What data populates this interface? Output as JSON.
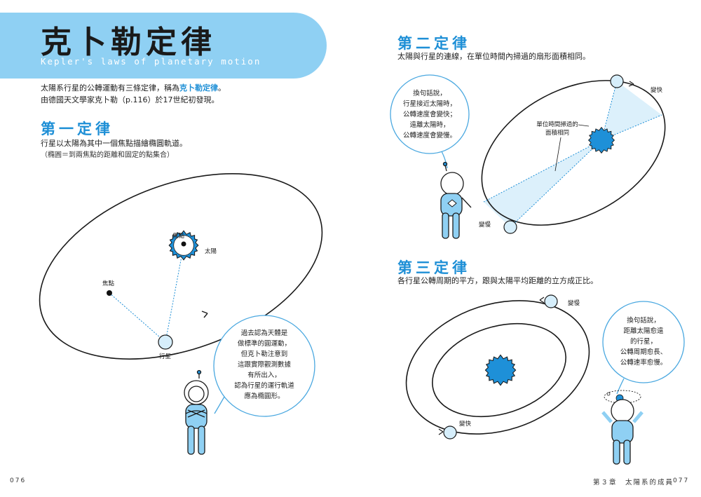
{
  "header": {
    "title": "克卜勒定律",
    "subtitle": "Kepler's laws of planetary motion"
  },
  "intro": {
    "line1_before": "太陽系行星的公轉運動有三條定律，稱為",
    "line1_highlight": "克卜勒定律",
    "line1_after": "。",
    "line2": "由德國天文學家克卜勒（p.116）於17世紀初發現。"
  },
  "law1": {
    "title": "第一定律",
    "desc": "行星以太陽為其中一個焦點描繪橢圓軌道。",
    "note": "（橢圓＝到兩焦點的距離和固定的點集合）",
    "labels": {
      "focus1": "焦點",
      "focus2": "焦點",
      "sun": "太陽",
      "planet": "行星"
    },
    "bubble": [
      "過去認為天體是",
      "做標準的圓運動，",
      "但克卜勒注意到",
      "這跟實際觀測數據",
      "有所出入，",
      "認為行星的運行軌道",
      "應為橢圓形。"
    ]
  },
  "law2": {
    "title": "第二定律",
    "desc": "太陽與行星的連線，在單位時間內掃過的扇形面積相同。",
    "bubble": [
      "換句話說，",
      "行星接近太陽時，",
      "公轉速度會變快；",
      "遠離太陽時，",
      "公轉速度會變慢。"
    ],
    "labels": {
      "fast": "變快",
      "slow": "變慢",
      "area_line1": "單位時間掃過的",
      "area_line2": "面積相同"
    }
  },
  "law3": {
    "title": "第三定律",
    "desc": "各行星公轉周期的平方，跟與太陽平均距離的立方成正比。",
    "labels": {
      "slow": "變慢",
      "fast": "變快"
    },
    "bubble": [
      "換句話說，",
      "距離太陽愈遠",
      "的行星，",
      "公轉周期愈長、",
      "公轉速率愈慢。"
    ]
  },
  "footer": {
    "left_page": "076",
    "chapter": "第３章　太陽系的成員",
    "right_page": "077"
  },
  "colors": {
    "accent": "#1e8fd6",
    "header_band": "#8fd0f3",
    "planet": "#d6eefb",
    "sun": "#1e90d8",
    "sweep": "#dcf0fb"
  }
}
